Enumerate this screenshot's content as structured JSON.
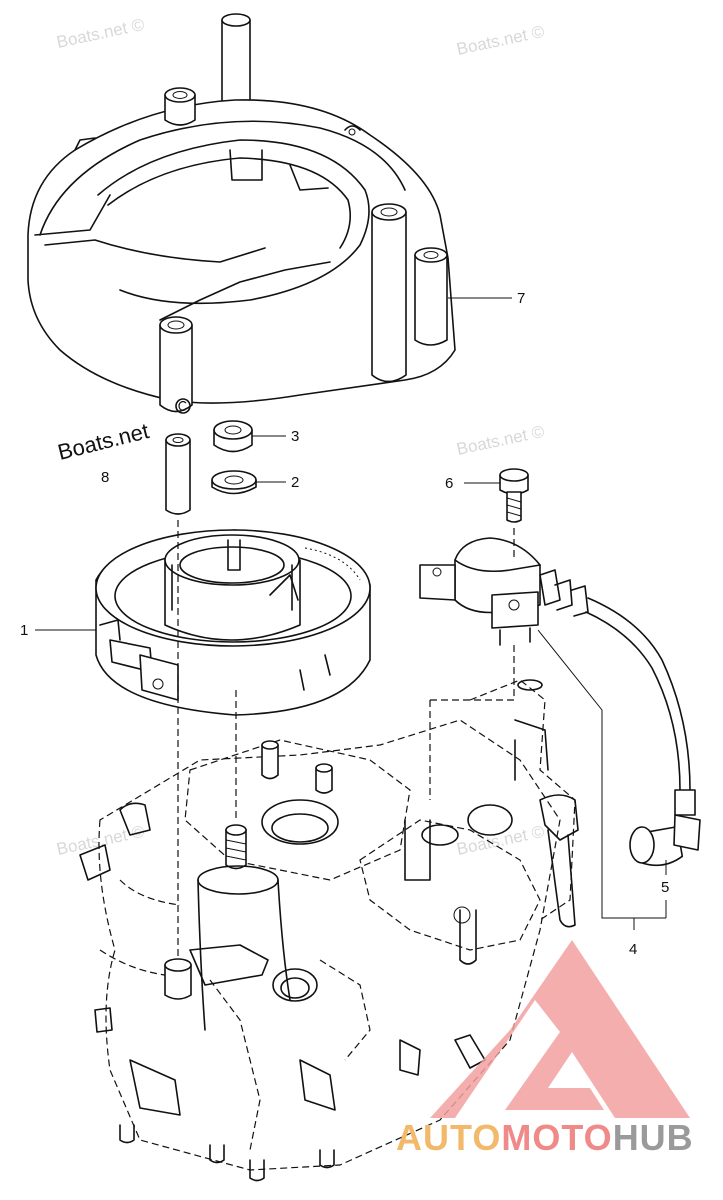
{
  "watermark": {
    "light_text": "Boats.net ©",
    "dark_text": "Boats.net"
  },
  "callouts": [
    {
      "id": "1",
      "label": "1"
    },
    {
      "id": "2",
      "label": "2"
    },
    {
      "id": "3",
      "label": "3"
    },
    {
      "id": "4",
      "label": "4"
    },
    {
      "id": "5",
      "label": "5"
    },
    {
      "id": "6",
      "label": "6"
    },
    {
      "id": "7",
      "label": "7"
    },
    {
      "id": "8",
      "label": "8"
    }
  ],
  "logo": {
    "part_a": "AUTO",
    "part_b": "MOTO",
    "part_c": "HUB",
    "color_a": "#f2b96b",
    "color_b": "#f08a88",
    "color_c": "#9a9a9a",
    "mark_color": "#f2a0a0"
  }
}
